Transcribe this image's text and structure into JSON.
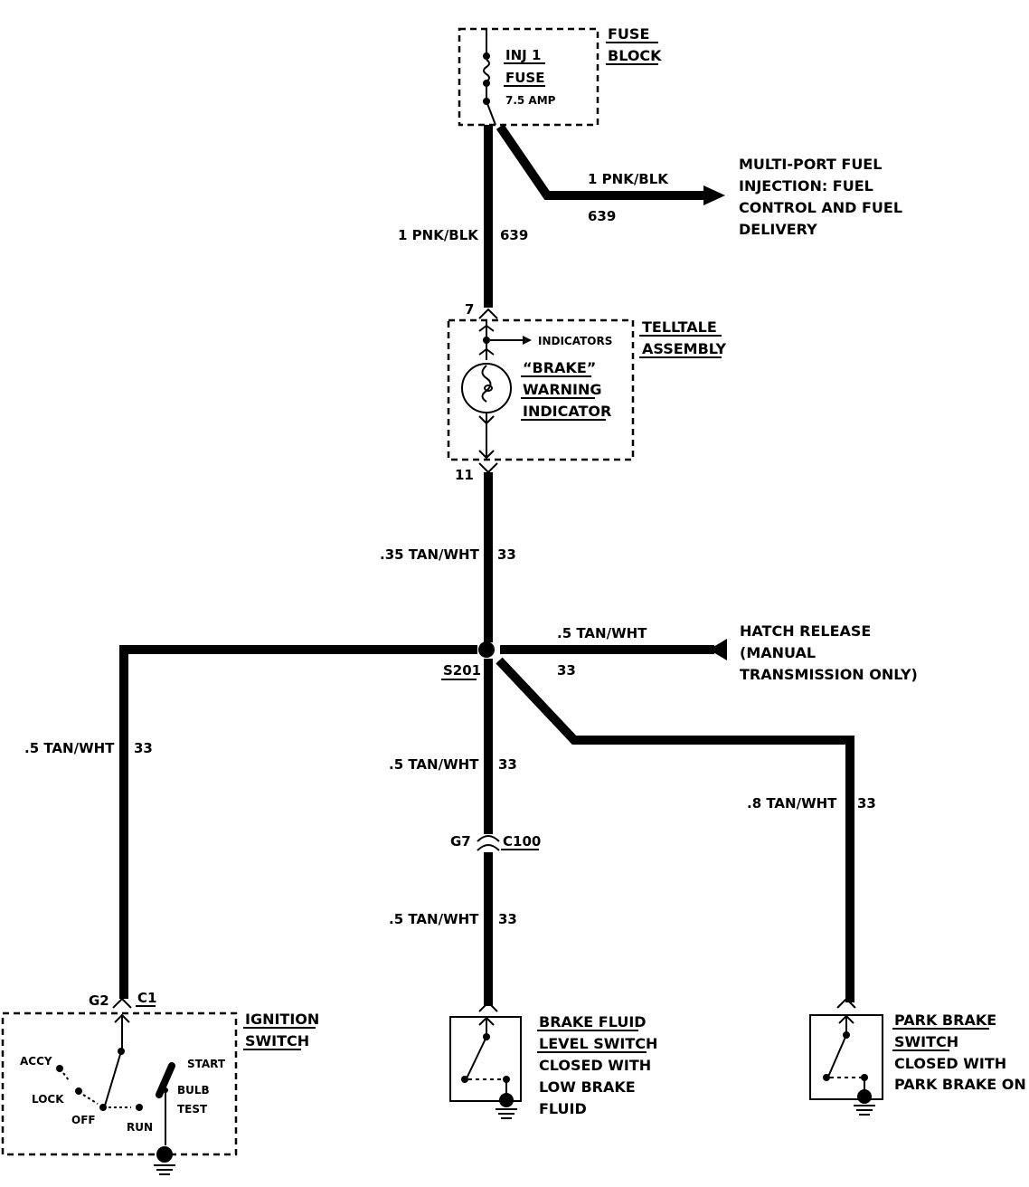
{
  "fuse_block": {
    "title_line1": "FUSE",
    "title_line2": "BLOCK",
    "fuse_name_line1": "INJ 1",
    "fuse_name_line2": "FUSE",
    "rating": "7.5 AMP"
  },
  "fuel_branch": {
    "wire": "1 PNK/BLK",
    "circuit": "639",
    "dest_line1": "MULTI-PORT FUEL",
    "dest_line2": "INJECTION:  FUEL",
    "dest_line3": "CONTROL AND FUEL",
    "dest_line4": "DELIVERY"
  },
  "main_feed": {
    "wire": "1 PNK/BLK",
    "circuit": "639"
  },
  "telltale": {
    "pin_in": "7",
    "pin_out": "11",
    "title_line1": "TELLTALE",
    "title_line2": "ASSEMBLY",
    "indicators": "INDICATORS",
    "bulb_line1": "“BRAKE”",
    "bulb_line2": "WARNING",
    "bulb_line3": "INDICATOR"
  },
  "lower_feed": {
    "wire": ".35 TAN/WHT",
    "circuit": "33"
  },
  "splice": {
    "name": "S201"
  },
  "hatch": {
    "wire": ".5 TAN/WHT",
    "circuit": "33",
    "dest_line1": "HATCH RELEASE",
    "dest_line2": "(MANUAL",
    "dest_line3": "TRANSMISSION ONLY)"
  },
  "ignition_branch": {
    "wire": ".5 TAN/WHT",
    "circuit": "33",
    "pin": "G2",
    "connector": "C1",
    "title_line1": "IGNITION",
    "title_line2": "SWITCH",
    "positions": {
      "accy": "ACCY",
      "lock": "LOCK",
      "off": "OFF",
      "run": "RUN",
      "start": "START",
      "bulb": "BULB",
      "test": "TEST"
    }
  },
  "brake_fluid_branch": {
    "wire_upper": ".5 TAN/WHT",
    "circuit_upper": "33",
    "pin": "G7",
    "connector": "C100",
    "wire_lower": ".5 TAN/WHT",
    "circuit_lower": "33",
    "title_line1": "BRAKE FLUID",
    "title_line2": "LEVEL SWITCH",
    "desc_line1": "CLOSED WITH",
    "desc_line2": "LOW BRAKE",
    "desc_line3": "FLUID"
  },
  "park_brake_branch": {
    "wire": ".8 TAN/WHT",
    "circuit": "33",
    "title_line1": "PARK BRAKE",
    "title_line2": "SWITCH",
    "desc_line1": "CLOSED WITH",
    "desc_line2": "PARK BRAKE ON"
  }
}
